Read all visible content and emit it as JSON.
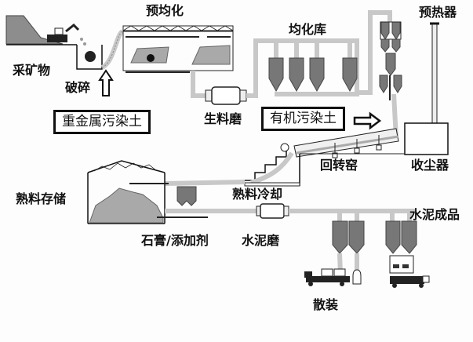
{
  "diagram": {
    "title": "",
    "stages": {
      "mining": "采矿物",
      "crushing": "破碎",
      "pre_homogenization": "预均化",
      "homogenization_silo": "均化库",
      "raw_mill": "生料磨",
      "preheater": "预热器",
      "rotary_kiln": "回转窑",
      "dust_collector": "收尘器",
      "clinker_cooling": "熟料冷却",
      "clinker_storage": "熟料存储",
      "gypsum_additive": "石膏/添加剂",
      "cement_mill": "水泥磨",
      "cement_product": "水泥成品",
      "bulk": "散装"
    },
    "inputs": {
      "heavy_metal_soil": "重金属污染土",
      "organic_soil": "有机污染土"
    },
    "colors": {
      "stroke": "#111111",
      "conveyor": "#c8c8c8",
      "silo": "#777777",
      "material": "#a9a9a9"
    }
  }
}
